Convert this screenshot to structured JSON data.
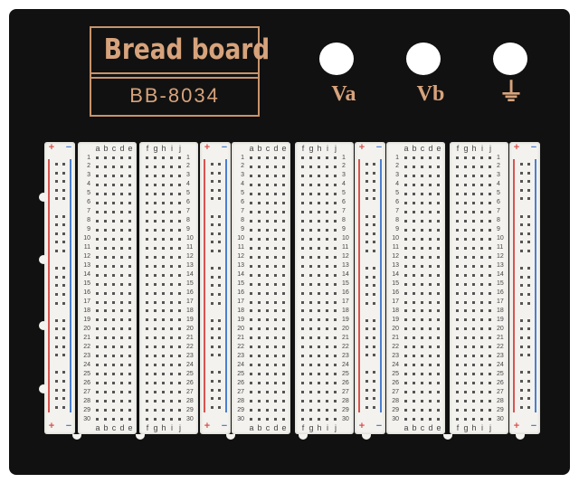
{
  "board": {
    "title": "Bread board",
    "model": "BB-8034",
    "terminals": [
      {
        "label": "Va"
      },
      {
        "label": "Vb"
      },
      {
        "label": "⏚",
        "icon": "ground-icon"
      }
    ],
    "columns_left": [
      "a",
      "b",
      "c",
      "d",
      "e"
    ],
    "columns_right": [
      "f",
      "g",
      "h",
      "i",
      "j"
    ],
    "rows": 30,
    "rail_signs": {
      "plus": "+",
      "minus": "−"
    },
    "colors": {
      "board": "#111111",
      "label": "#d7a37c",
      "plus_line": "#d9534f",
      "minus_line": "#4a7fd0",
      "strip": "#f3f2ee"
    }
  }
}
